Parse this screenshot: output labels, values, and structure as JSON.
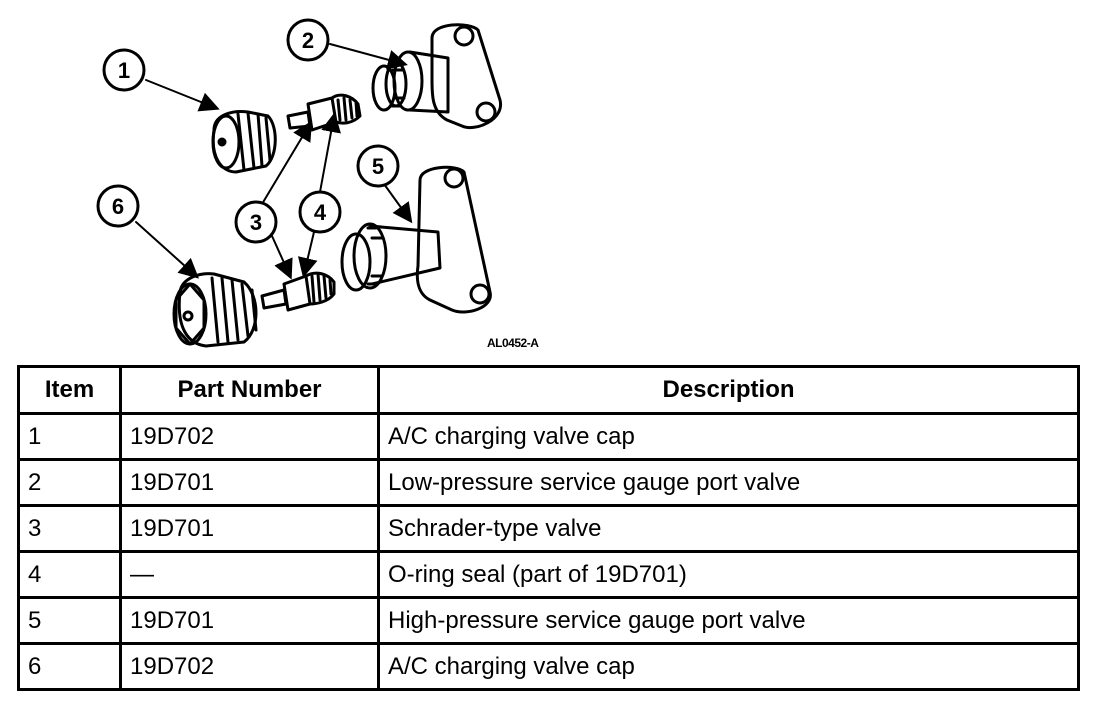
{
  "figure": {
    "code": "AL0452-A",
    "callouts": [
      "1",
      "2",
      "3",
      "4",
      "5",
      "6"
    ]
  },
  "table": {
    "headers": [
      "Item",
      "Part Number",
      "Description"
    ],
    "rows": [
      {
        "item": "1",
        "part": "19D702",
        "desc": "A/C charging valve cap"
      },
      {
        "item": "2",
        "part": "19D701",
        "desc": "Low-pressure service gauge port valve"
      },
      {
        "item": "3",
        "part": "19D701",
        "desc": "Schrader-type valve"
      },
      {
        "item": "4",
        "part": "—",
        "desc": "O-ring seal (part of 19D701)"
      },
      {
        "item": "5",
        "part": "19D701",
        "desc": "High-pressure service gauge port valve"
      },
      {
        "item": "6",
        "part": "19D702",
        "desc": "A/C charging valve cap"
      }
    ]
  }
}
